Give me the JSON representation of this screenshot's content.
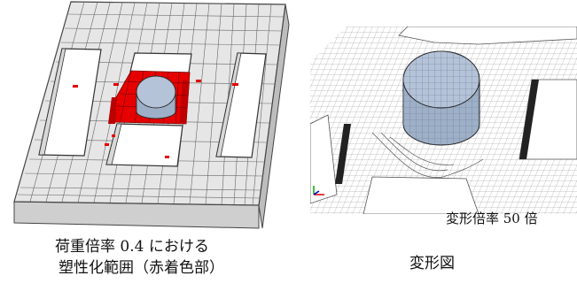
{
  "left_panel": {
    "caption_line1": "荷重倍率 0.4 における",
    "caption_line2": "塑性化範囲（赤着色部）",
    "colors": {
      "plastic": "#e60000",
      "mesh_face": "#e6e6e6",
      "mesh_side": "#cfcfcf",
      "mesh_line": "#555555",
      "cylinder": "#b5c3d8"
    }
  },
  "right_panel": {
    "scale_note": "変形倍率 50 倍",
    "caption": "変形図",
    "colors": {
      "mesh_line": "#777777",
      "cylinder": "#b5c3d8",
      "dark_edge": "#222222"
    }
  }
}
